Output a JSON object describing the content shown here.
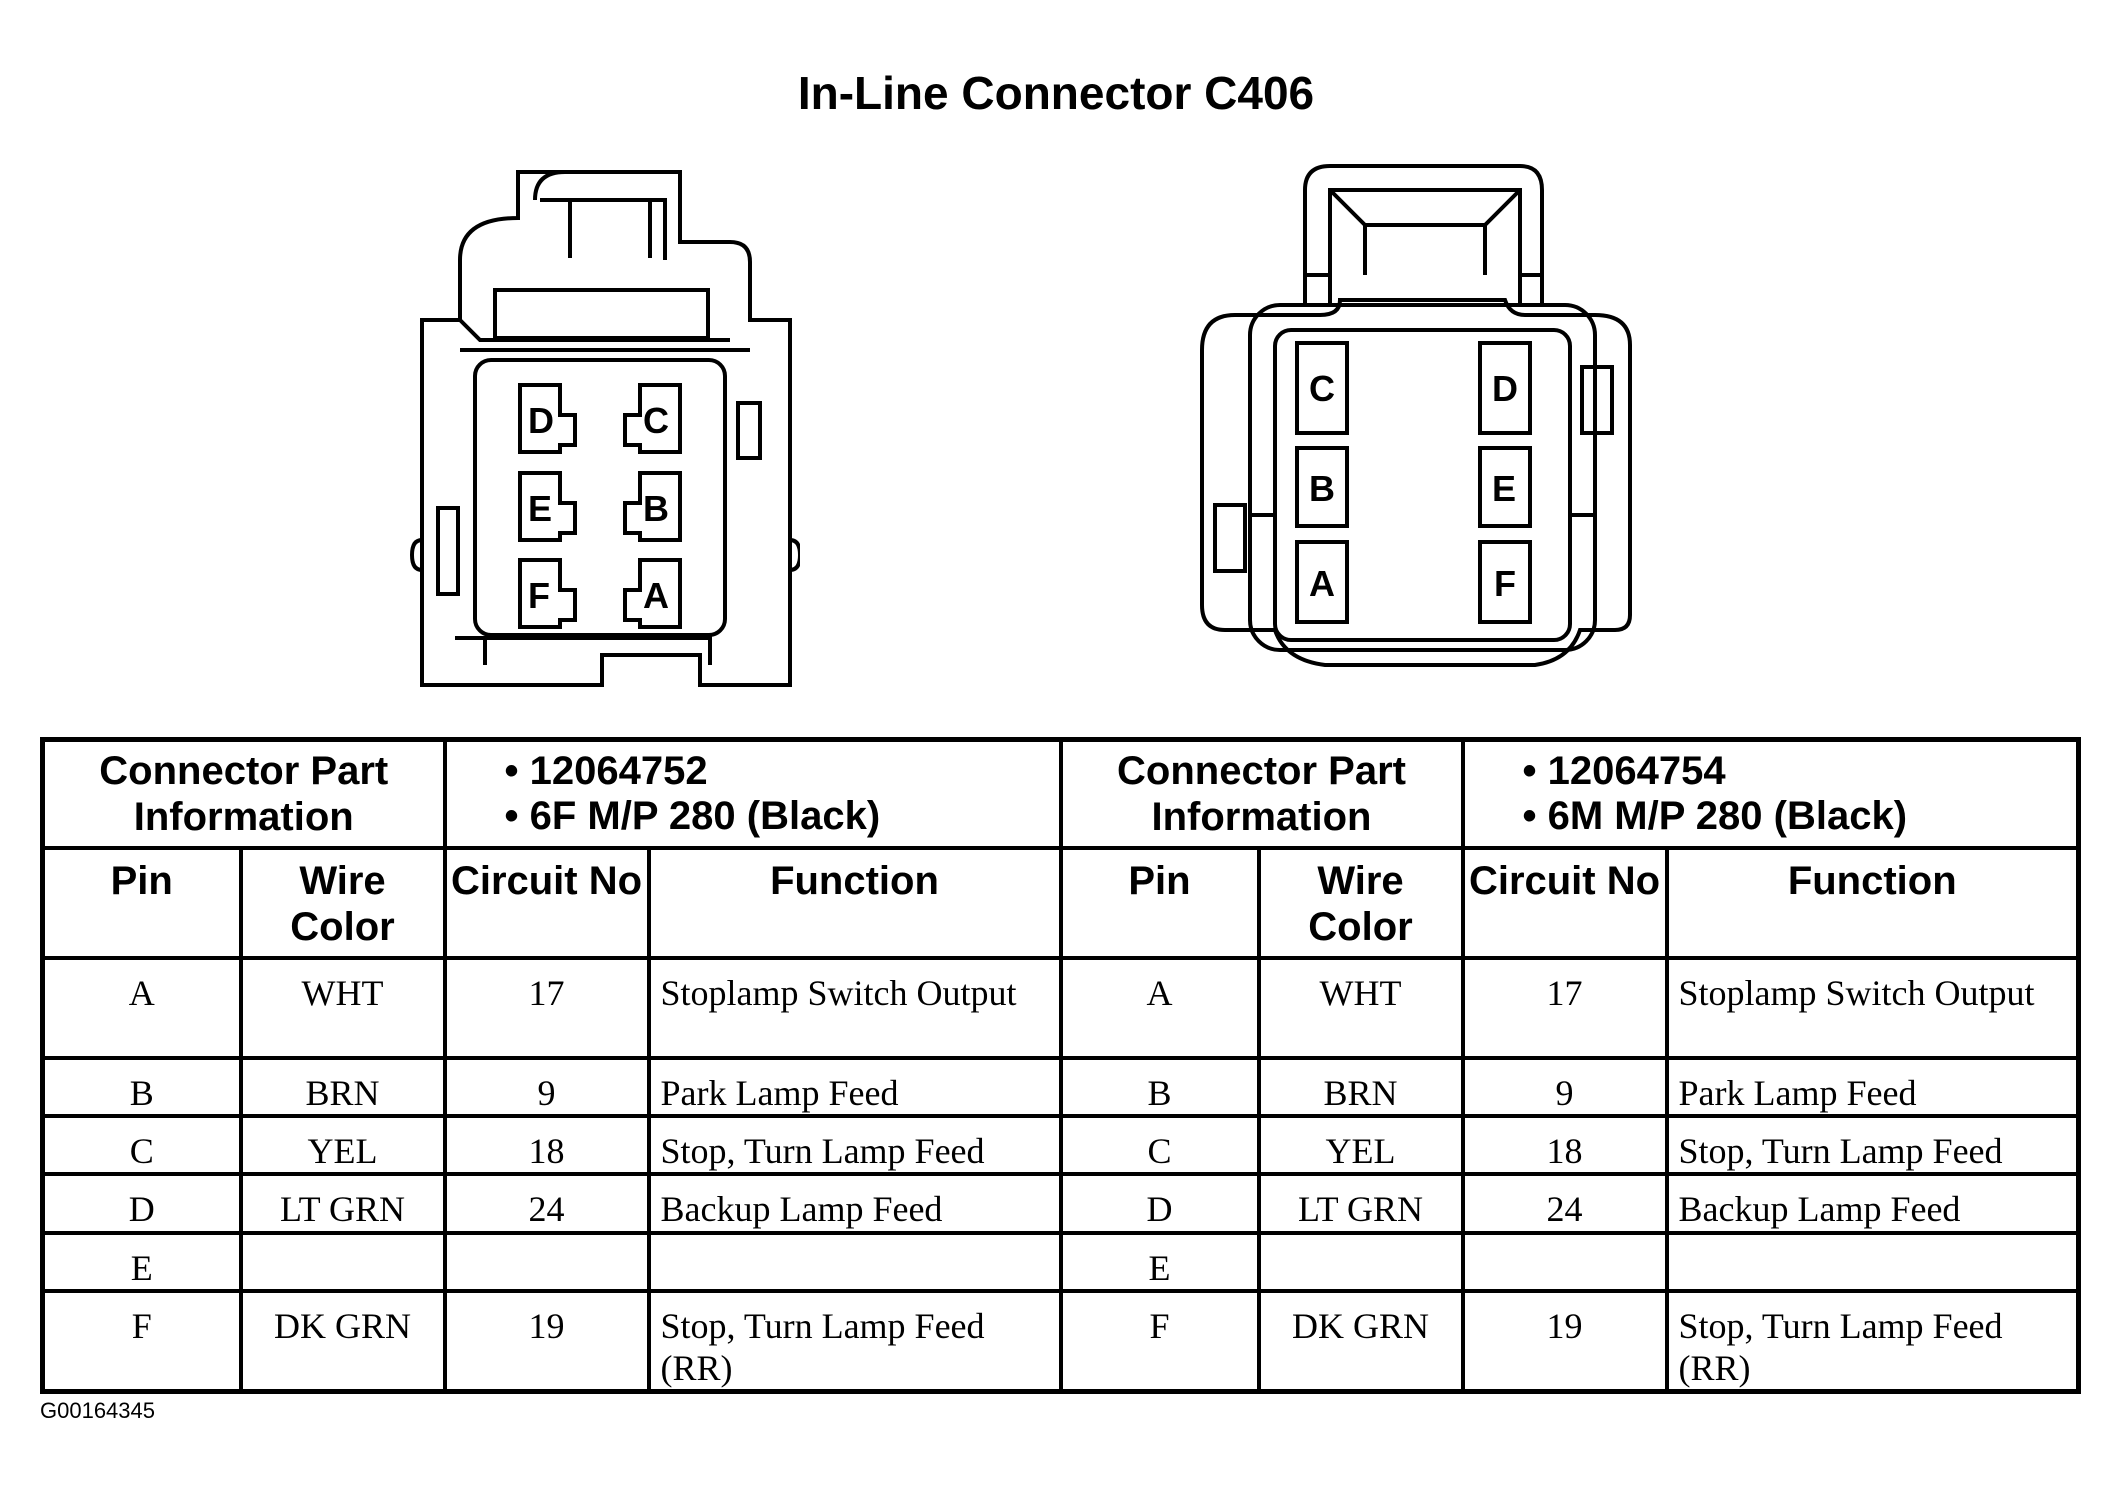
{
  "title": "In-Line Connector C406",
  "left_connector": {
    "pins": [
      "D",
      "C",
      "E",
      "B",
      "F",
      "A"
    ]
  },
  "right_connector": {
    "pins": [
      "C",
      "D",
      "B",
      "E",
      "A",
      "F"
    ]
  },
  "table": {
    "left": {
      "part_label": "Connector Part Information",
      "part_numbers": [
        "• 12064752",
        "• 6F M/P 280 (Black)"
      ],
      "headers": {
        "pin": "Pin",
        "wire_color": "Wire Color",
        "circuit_no": "Circuit No",
        "function": "Function"
      },
      "rows": [
        {
          "pin": "A",
          "wire_color": "WHT",
          "circuit_no": "17",
          "function": "Stoplamp Switch Output"
        },
        {
          "pin": "B",
          "wire_color": "BRN",
          "circuit_no": "9",
          "function": "Park Lamp Feed"
        },
        {
          "pin": "C",
          "wire_color": "YEL",
          "circuit_no": "18",
          "function": "Stop, Turn Lamp Feed"
        },
        {
          "pin": "D",
          "wire_color": "LT GRN",
          "circuit_no": "24",
          "function": "Backup Lamp Feed"
        },
        {
          "pin": "E",
          "wire_color": "",
          "circuit_no": "",
          "function": ""
        },
        {
          "pin": "F",
          "wire_color": "DK GRN",
          "circuit_no": "19",
          "function": "Stop, Turn Lamp Feed (RR)"
        }
      ]
    },
    "right": {
      "part_label": "Connector Part Information",
      "part_numbers": [
        "• 12064754",
        "• 6M M/P 280 (Black)"
      ],
      "headers": {
        "pin": "Pin",
        "wire_color": "Wire Color",
        "circuit_no": "Circuit No",
        "function": "Function"
      },
      "rows": [
        {
          "pin": "A",
          "wire_color": "WHT",
          "circuit_no": "17",
          "function": "Stoplamp Switch Output"
        },
        {
          "pin": "B",
          "wire_color": "BRN",
          "circuit_no": "9",
          "function": "Park Lamp Feed"
        },
        {
          "pin": "C",
          "wire_color": "YEL",
          "circuit_no": "18",
          "function": "Stop, Turn Lamp Feed"
        },
        {
          "pin": "D",
          "wire_color": "LT GRN",
          "circuit_no": "24",
          "function": "Backup Lamp Feed"
        },
        {
          "pin": "E",
          "wire_color": "",
          "circuit_no": "",
          "function": ""
        },
        {
          "pin": "F",
          "wire_color": "DK GRN",
          "circuit_no": "19",
          "function": "Stop, Turn Lamp Feed (RR)"
        }
      ]
    }
  },
  "footer_code": "G00164345"
}
